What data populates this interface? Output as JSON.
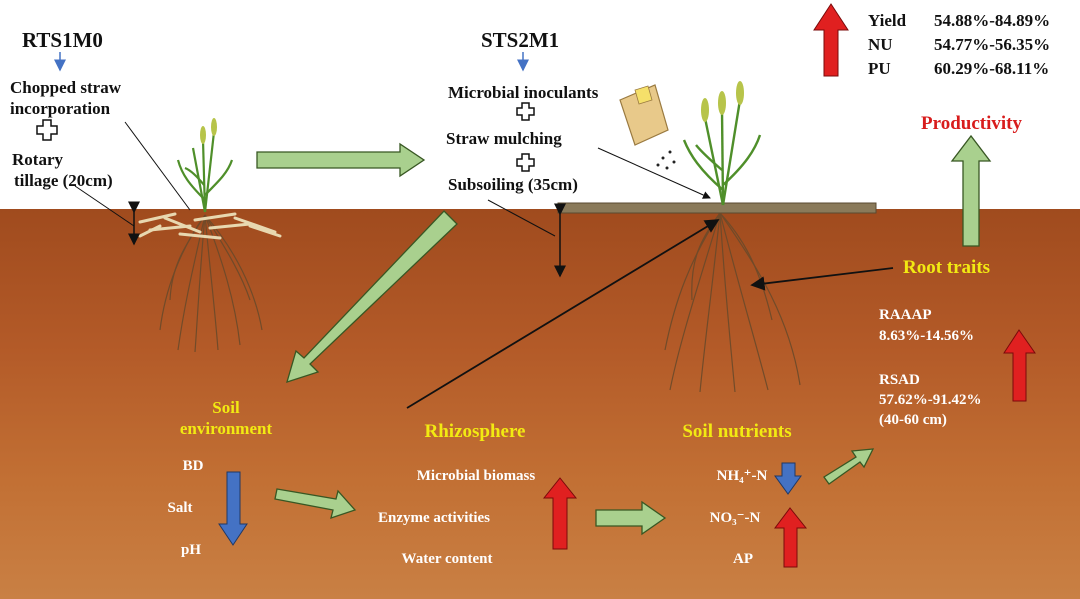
{
  "treatments": {
    "conventional": {
      "name": "RTS1M0",
      "step1": [
        "Chopped straw",
        "incorporation"
      ],
      "step2": [
        "Rotary",
        "tillage (20cm)"
      ]
    },
    "improved": {
      "name": "STS2M1",
      "step1": "Microbial inoculants",
      "step2": "Straw mulching",
      "step3": "Subsoiling (35cm)"
    }
  },
  "outcomes": {
    "rows": [
      {
        "label": "Yield",
        "value": "54.88%-84.89%"
      },
      {
        "label": "NU",
        "value": "54.77%-56.35%"
      },
      {
        "label": "PU",
        "value": "60.29%-68.11%"
      }
    ],
    "productivity": "Productivity"
  },
  "root_traits": {
    "title": "Root traits",
    "raaap": {
      "label": "RAAAP",
      "value": "8.63%-14.56%"
    },
    "rsad": {
      "label": "RSAD",
      "value": "57.62%-91.42%",
      "depth": "(40-60 cm)"
    }
  },
  "soil_environment": {
    "title": [
      "Soil",
      "environment"
    ],
    "items": [
      "BD",
      "Salt",
      "pH"
    ]
  },
  "rhizosphere": {
    "title": "Rhizosphere",
    "items": [
      "Microbial biomass",
      "Enzyme activities",
      "Water content"
    ]
  },
  "soil_nutrients": {
    "title": "Soil nutrients",
    "items": [
      "NH₄⁺-N",
      "NO₃⁻-N",
      "AP"
    ]
  },
  "colors": {
    "green_arrow": "#a9d08e",
    "red_arrow": "#e02020",
    "blue_arrow": "#4472c4",
    "label_yellow": "#f2ea12",
    "title_red": "#d81c1c"
  }
}
